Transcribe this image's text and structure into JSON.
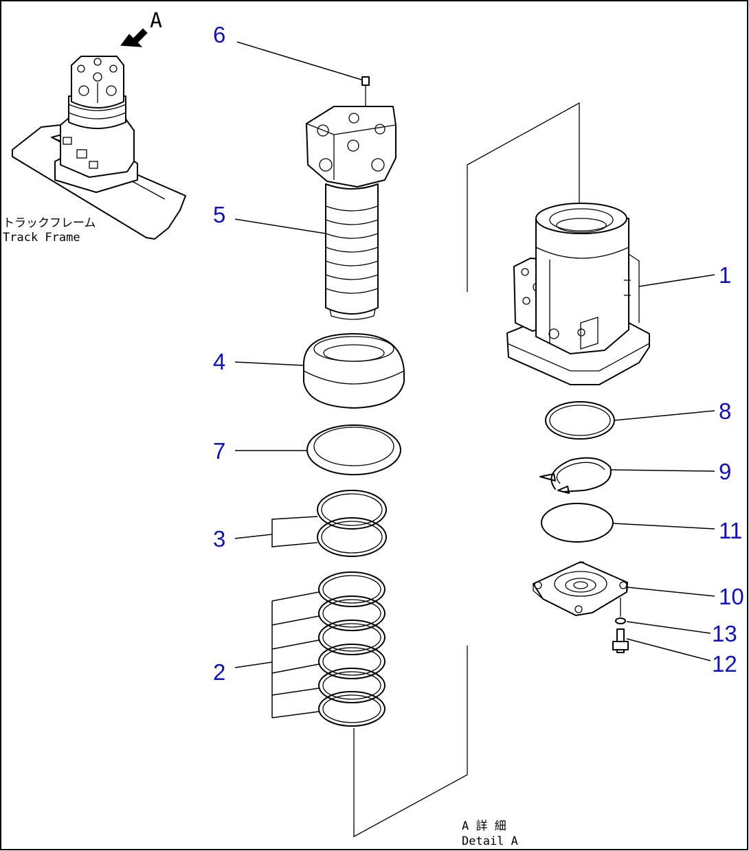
{
  "view_marker": "A",
  "inset_label": {
    "jp": "トラックフレーム",
    "en": "Track Frame"
  },
  "detail_label": {
    "jp": "A 詳 細",
    "en": "Detail A"
  },
  "callouts": [
    "1",
    "2",
    "3",
    "4",
    "5",
    "6",
    "7",
    "8",
    "9",
    "10",
    "11",
    "12",
    "13"
  ]
}
